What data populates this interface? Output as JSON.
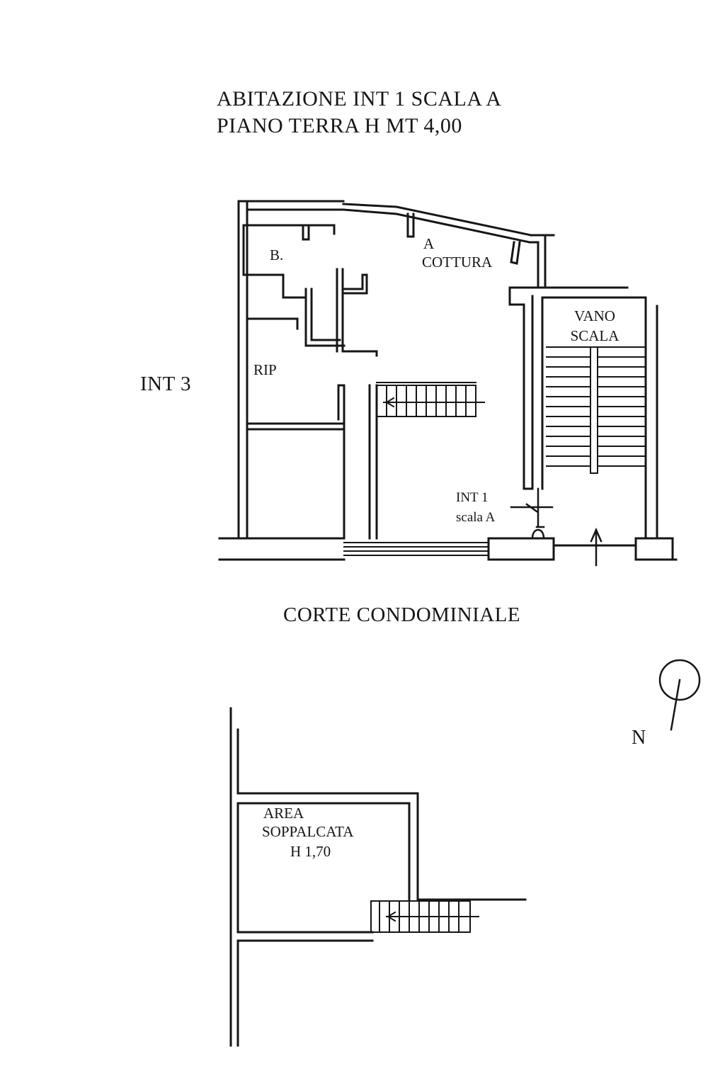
{
  "header": {
    "line1": "ABITAZIONE INT 1 SCALA A",
    "line2": "PIANO TERRA H MT 4,00"
  },
  "ground_floor": {
    "rooms": {
      "bath": "B.",
      "kitchen_line1": "A",
      "kitchen_line2": "COTTURA",
      "storage": "RIP",
      "stairwell_line1": "VANO",
      "stairwell_line2": "SCALA"
    },
    "neighbor_left": "INT 3",
    "entrance_line1": "INT 1",
    "entrance_line2": "scala A",
    "courtyard": "CORTE CONDOMINIALE"
  },
  "compass": {
    "label": "N"
  },
  "mezzanine": {
    "label_line1": "AREA",
    "label_line2": "SOPPALCATA",
    "label_line3": "H 1,70"
  },
  "colors": {
    "ink": "#161616",
    "paper": "#ffffff"
  }
}
